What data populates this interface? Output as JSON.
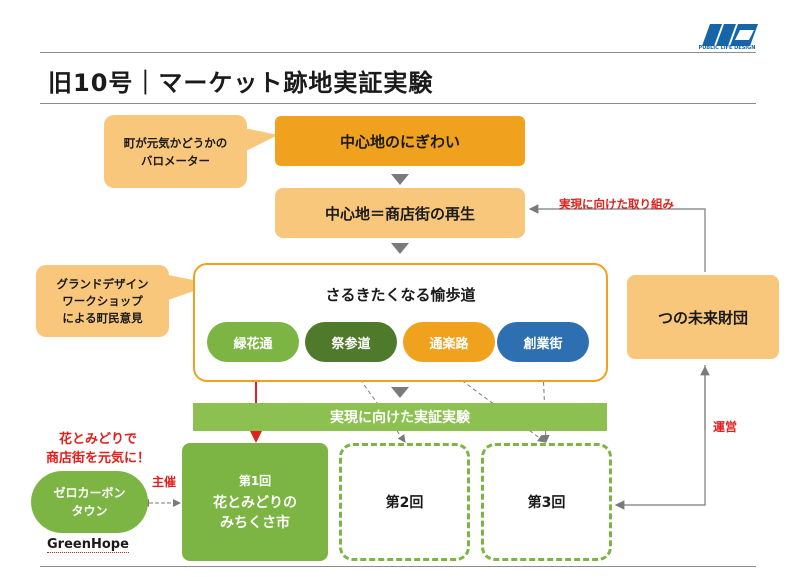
{
  "header": {
    "title": "旧10号｜マーケット跡地実証実験",
    "logo_text": "PUBLIC LIFE DESIGN"
  },
  "flow": {
    "top_box": "中心地のにぎわい",
    "second_box": "中心地＝商店街の再生",
    "callout_top": [
      "町が元気かどうかの",
      "バロメーター"
    ],
    "callout_mid": [
      "グランドデザイン",
      "ワークショップ",
      "による町民意見"
    ],
    "walkway_title": "さるきたくなる愉歩道",
    "pills": [
      {
        "label": "緑花通",
        "color": "#7cb544"
      },
      {
        "label": "祭参道",
        "color": "#4f7a2c"
      },
      {
        "label": "通楽路",
        "color": "#f0a21e"
      },
      {
        "label": "創業街",
        "color": "#2e6fb2"
      }
    ],
    "banner": "実現に向けた実証実験",
    "right_box": "つの未来財団",
    "label_realize": "実現に向けた取り組み",
    "label_operate": "運営",
    "label_host": "主催",
    "green_note": [
      "花とみどりで",
      "商店街を元気に！"
    ],
    "zero_carbon": [
      "ゼロカーボン",
      "タウン"
    ],
    "greenhope": "GreenHope",
    "event1": {
      "sub": "第1回",
      "main": [
        "花とみどりの",
        "みちくさ市"
      ]
    },
    "event2": "第2回",
    "event3": "第3回"
  },
  "colors": {
    "orange": "#f0a21e",
    "light_orange": "#f9c77c",
    "green": "#7cb544",
    "dark_green": "#4f7a2c",
    "blue": "#2e6fb2",
    "red": "#e0201c",
    "arrow_grey": "#7a7a7a"
  }
}
